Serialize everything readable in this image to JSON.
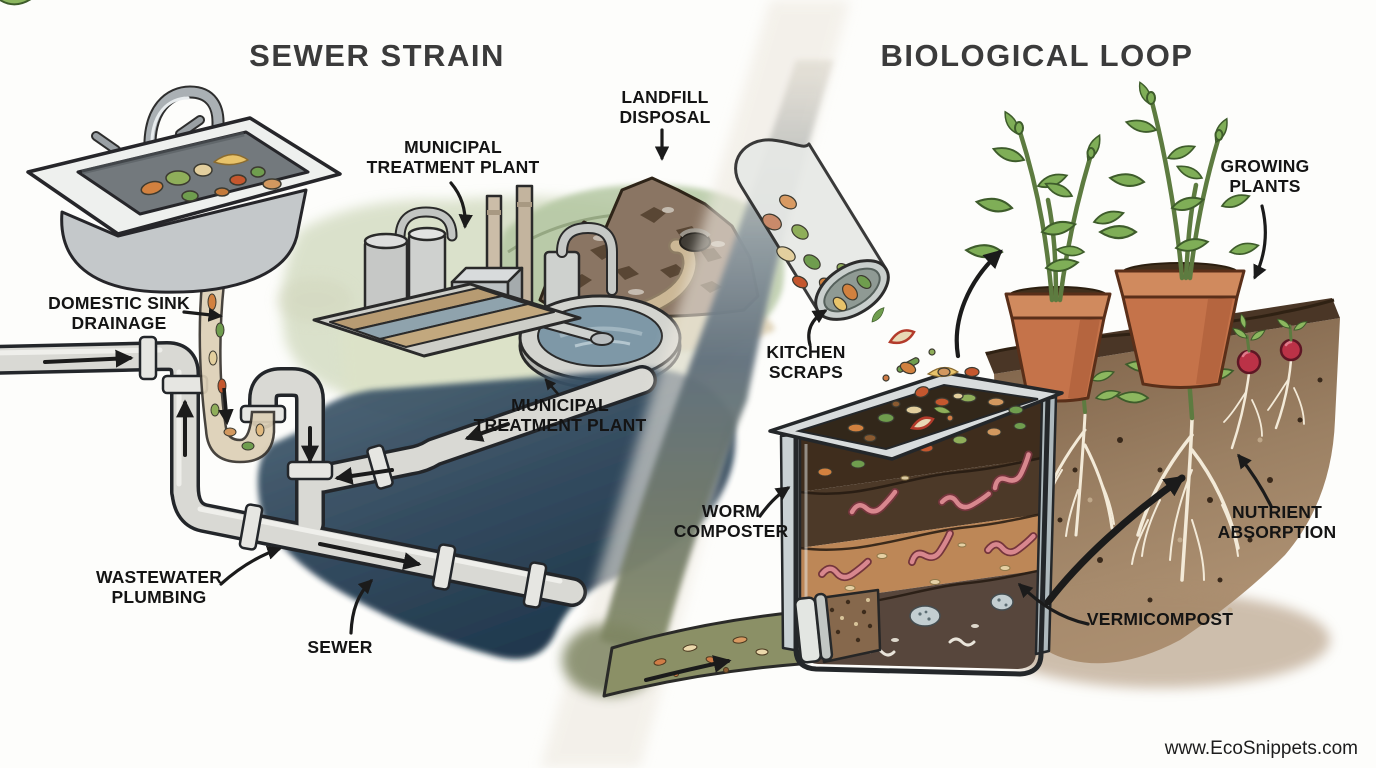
{
  "titles": {
    "left": "SEWER STRAIN",
    "right": "BIOLOGICAL LOOP"
  },
  "labels": {
    "domestic_sink_drainage": "DOMESTIC SINK DRAINAGE",
    "municipal_treatment_plant_upper": "MUNICIPAL TREATMENT PLANT",
    "landfill_disposal": "LANDFILL DISPOSAL",
    "municipal_treatment_plant_lower": "MUNICIPAL TREATMENT PLANT",
    "wastewater_plumbing": "WASTEWATER PLUMBING",
    "sewer": "SEWER",
    "kitchen_scraps": "KITCHEN SCRAPS",
    "worm_composter": "WORM COMPOSTER",
    "vermicompost": "VERMICOMPOST",
    "growing_plants": "GROWING PLANTS",
    "nutrient_absorption": "NUTRIENT ABSORPTION"
  },
  "footer": {
    "website": "www.EcoSnippets.com"
  },
  "palette": {
    "background": "#fdfdfb",
    "title_text": "#3b3b3b",
    "label_text": "#141414",
    "arrow_black": "#1b1b1b",
    "pipe_gray": "#d9d9d4",
    "sewer_wash_dark": "#16293c",
    "sewer_wash_light": "#4a6375",
    "hill_green": "#bccaa8",
    "landfill_brown": "#8a7563",
    "water_blue": "#7e98a7",
    "divider_slate": "#5c6c79",
    "divider_olive": "#838a64",
    "compost_dark": "#4c3928",
    "compost_tan": "#bd8757",
    "worm_pink": "#d8878e",
    "leaf_green": "#7fae57",
    "pot_terracotta": "#c5734a",
    "soil_brown": "#6e543e",
    "root_cream": "#f3ead8",
    "radish_red": "#bb3247"
  }
}
